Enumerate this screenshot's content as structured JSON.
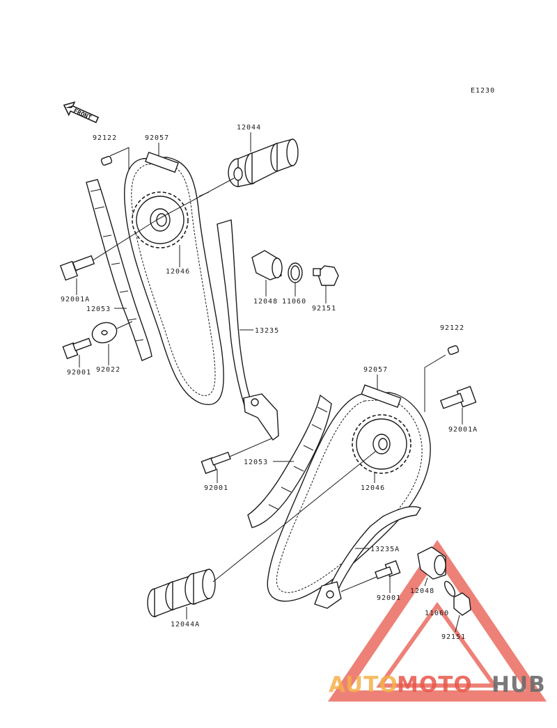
{
  "diagram": {
    "code": "E1230",
    "front_label": "FRONT",
    "labels": {
      "top_pin": "92122",
      "top_chain": "92057",
      "top_camshaft": "12044",
      "top_sprocket": "12046",
      "top_bolt_flange": "92001A",
      "top_guide": "12053",
      "top_washer": "92022",
      "top_bolt": "92001",
      "top_tensioner": "12048",
      "top_gasket": "11060",
      "top_cap_bolt": "92151",
      "top_guide_arm": "13235",
      "bot_pin": "92122",
      "bot_chain": "92057",
      "bot_bolt_flange": "92001A",
      "bot_guide": "12053",
      "bot_bolt": "92001",
      "bot_sprocket": "12046",
      "bot_guide_arm": "13235A",
      "bot_bolt_tensioner": "92001",
      "bot_tensioner": "12048",
      "bot_gasket": "11060",
      "bot_cap_bolt": "92151",
      "bot_camshaft": "12044A"
    }
  },
  "watermark": {
    "part1": "AUTO",
    "part2": "MOTO",
    "part3": "HUB",
    "colors": {
      "auto": "#f5b04a",
      "moto": "#e8574a",
      "hub": "#6b6b6b",
      "triangle": "#e8574a"
    }
  }
}
